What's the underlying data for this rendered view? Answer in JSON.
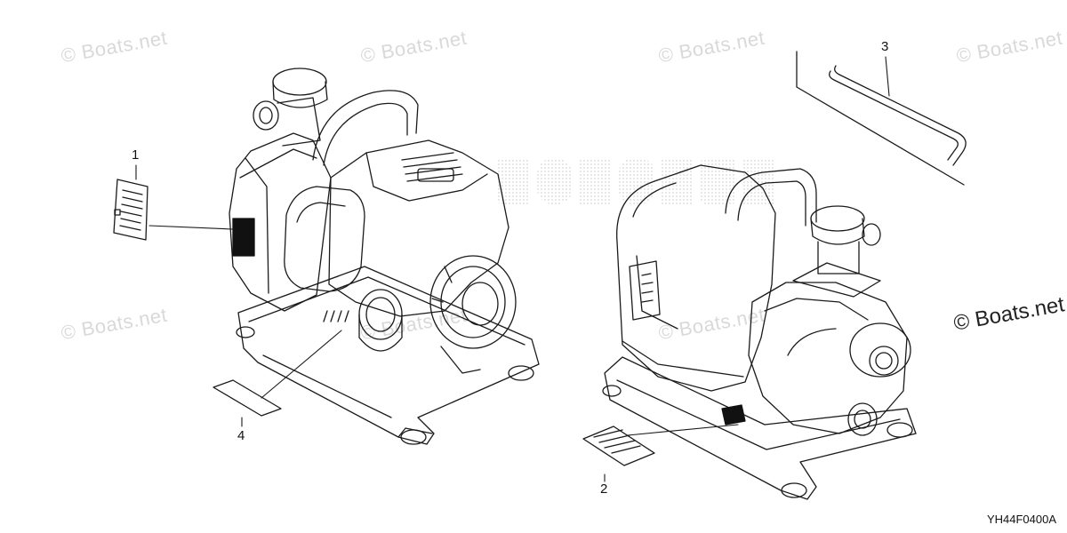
{
  "watermarks": {
    "text": "© Boats.net",
    "prominent_text": "© Boats.net"
  },
  "callouts": {
    "item_1": "1",
    "item_2": "2",
    "item_3": "3",
    "item_4": "4"
  },
  "diagram_code": "YH44F0400A",
  "colors": {
    "line": "#1a1a1a",
    "watermark": "#d9d9d9",
    "label_dark": "#111111"
  }
}
